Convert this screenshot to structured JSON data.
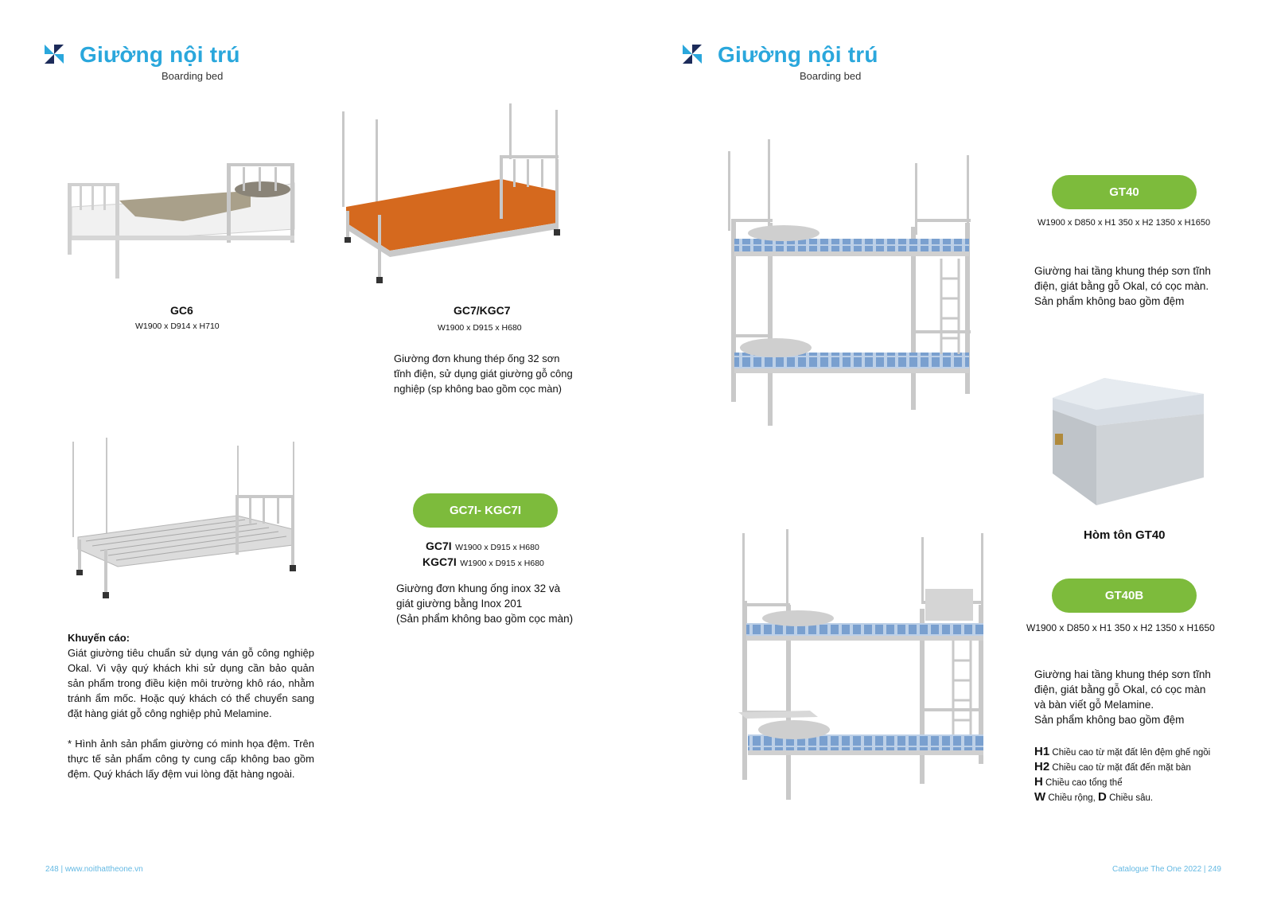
{
  "left_page": {
    "header": {
      "title": "Giường nội trú",
      "subtitle": "Boarding bed"
    },
    "gc6": {
      "code": "GC6",
      "dims": "W1900 x D914 x H710"
    },
    "gc7": {
      "code": "GC7/KGC7",
      "dims": "W1900 x D915 x H680",
      "desc": [
        "Giường đơn khung thép ống  32 sơn",
        "tĩnh điện, sử dụng giát giường gỗ công",
        "nghiệp (sp không bao gồm cọc màn)"
      ]
    },
    "gc7i": {
      "badge": "GC7I- KGC7I",
      "line1_code": "GC7I",
      "line1_dims": "W1900 x D915 x H680",
      "line2_code": "KGC7I",
      "line2_dims": "W1900 x D915 x H680",
      "desc": [
        "Giường đơn khung ống inox  32 và",
        "giát giường bằng Inox 201",
        "(Sản phẩm không bao gồm cọc màn)"
      ]
    },
    "note": {
      "heading": "Khuyến cáo:",
      "paragraph1": "Giát giường tiêu chuẩn sử dụng ván gỗ công nghiệp Okal. Vì vậy quý khách khi sử dụng cần bảo quản sản phẩm trong điều kiện môi trường khô ráo, nhằm tránh ẩm mốc. Hoặc quý khách có thể chuyển sang đặt hàng giát gỗ công nghiệp phủ Melamine.",
      "paragraph2": "* Hình ảnh sản phẩm giường có minh họa đệm. Trên thực  tế sản phẩm công ty cung cấp không bao gồm đệm. Quý khách lấy đệm vui lòng đặt hàng ngoài."
    },
    "footer": "248 | www.noithattheone.vn"
  },
  "right_page": {
    "header": {
      "title": "Giường nội trú",
      "subtitle": "Boarding bed"
    },
    "gt40": {
      "badge": "GT40",
      "dims": "W1900 x D850 x H1 350 x H2 1350 x H1650",
      "desc": [
        "Giường hai tầng khung thép sơn tĩnh",
        "điện, giát bằng gỗ Okal, có cọc màn.",
        "Sản phẩm không bao gồm đệm"
      ]
    },
    "box": {
      "label": "Hòm tôn GT40"
    },
    "gt40b": {
      "badge": "GT40B",
      "dims": "W1900 x D850 x H1 350 x H2 1350 x H1650",
      "desc": [
        "Giường hai tầng khung thép sơn tĩnh",
        "điện, giát bằng gỗ Okal, có cọc màn",
        "và bàn viết gỗ Melamine.",
        "Sản phẩm không bao gồm đệm"
      ]
    },
    "legend": [
      {
        "key": "H1",
        "text": "Chiều cao từ mặt đất lên đệm ghế ngồi"
      },
      {
        "key": "H2",
        "text": "Chiều cao từ mặt đất đến mặt bàn"
      },
      {
        "key": "H",
        "text": "Chiều cao tổng thể"
      }
    ],
    "legend_last": {
      "key1": "W",
      "text1": "Chiều rộng,",
      "key2": "D",
      "text2": "Chiều sâu."
    },
    "footer": "Catalogue The One 2022 | 249"
  },
  "colors": {
    "brand_blue": "#2aa7dc",
    "badge_green": "#7dbb3c",
    "footer_blue": "#64b9e3"
  },
  "icons": [
    "brand-pinwheel-icon"
  ]
}
